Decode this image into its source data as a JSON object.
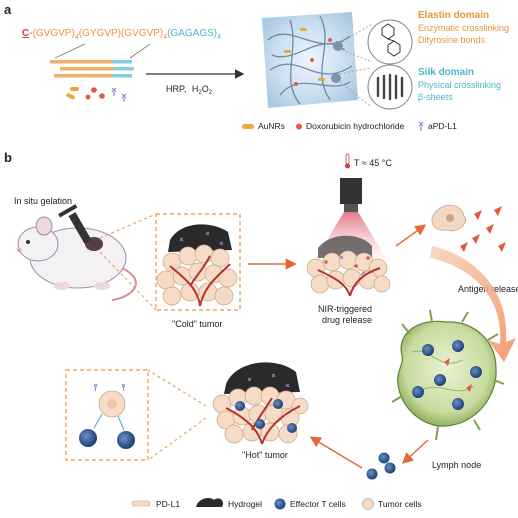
{
  "panel_a": {
    "label": "a",
    "sequence": {
      "c": "C",
      "dash": "-",
      "p1": "(GVGVP)",
      "s1": "4",
      "p2": "(GYGVP)",
      "p3": "(GVGVP)",
      "s3": "4",
      "p4": "(GAGAGS)",
      "s4": "4"
    },
    "reaction": {
      "hrp": "HRP,",
      "h": "H",
      "two": "2",
      "o": "O",
      "two2": "2"
    },
    "elastin": {
      "title": "Elastin domain",
      "line1": "Enzymatic crosslinking",
      "line2": "Dityrosine bonds"
    },
    "silk": {
      "title": "Silk domain",
      "line1": "Physical crosslinking",
      "line2": "β-sheets"
    },
    "legend": {
      "aunrs": "AuNRs",
      "dox": "Doxorubicin hydrochloride",
      "apd": "aPD-L1"
    },
    "colors": {
      "orange": "#e8963a",
      "teal": "#4ab7c9",
      "red": "#d63a3a",
      "purple": "#9b7fd1"
    }
  },
  "panel_b": {
    "label": "b",
    "in_situ": "In situ gelation",
    "cold_tumor": "\"Cold\" tumor",
    "temperature": "T ≈ 45 °C",
    "nir1": "NIR-triggered",
    "nir2": "drug release",
    "antigen": "Antigen release",
    "lymph": "Lymph node",
    "hot_tumor": "\"Hot\" tumor",
    "legend": {
      "pdl1": "PD-L1",
      "hydrogel": "Hydrogel",
      "effector": "Effector T cells",
      "tumor": "Tumor cells"
    }
  }
}
